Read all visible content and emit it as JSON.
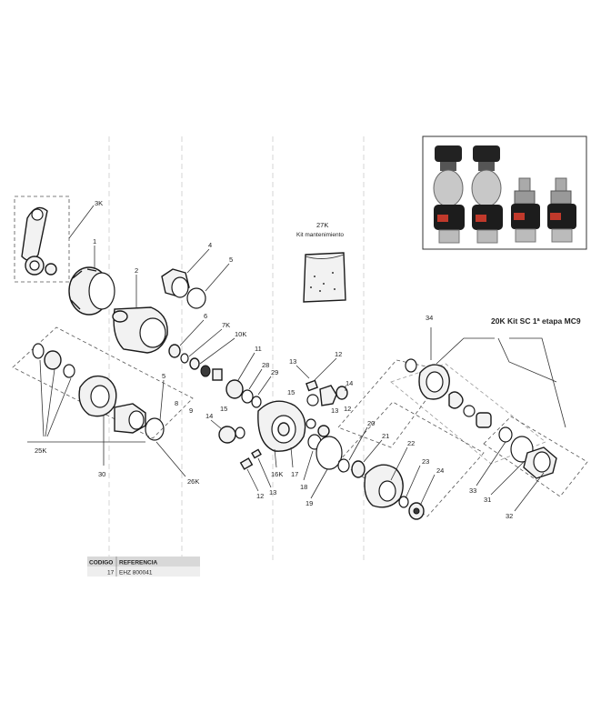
{
  "kit_20k_title": "20K Kit SC 1ª etapa MC9",
  "kit_27k": {
    "code": "27K",
    "name": "Kit mantenimiento"
  },
  "table": {
    "headers": [
      "CODIGO",
      "REFERENCIA"
    ],
    "rows": [
      [
        "17",
        "EHZ 800041"
      ]
    ]
  },
  "labels": {
    "l3k": "3K",
    "l1": "1",
    "l2": "2",
    "l4": "4",
    "l5a": "5",
    "l6": "6",
    "l7k": "7K",
    "l10k": "10K",
    "l11": "11",
    "l28": "28",
    "l29": "29",
    "l13a": "13",
    "l12a": "12",
    "l14a": "14",
    "l15a": "15",
    "l13b": "13",
    "l12b": "12",
    "l34": "34",
    "l8": "8",
    "l9": "9",
    "l5b": "5",
    "l25k": "25K",
    "l30": "30",
    "l26k": "26K",
    "l14b": "14",
    "l15b": "15",
    "l16k": "16K",
    "l17": "17",
    "l18": "18",
    "l19": "19",
    "l12c": "12",
    "l13c": "13",
    "l20": "20",
    "l21": "21",
    "l22": "22",
    "l23": "23",
    "l24": "24",
    "l33": "33",
    "l31": "31",
    "l32": "32"
  }
}
